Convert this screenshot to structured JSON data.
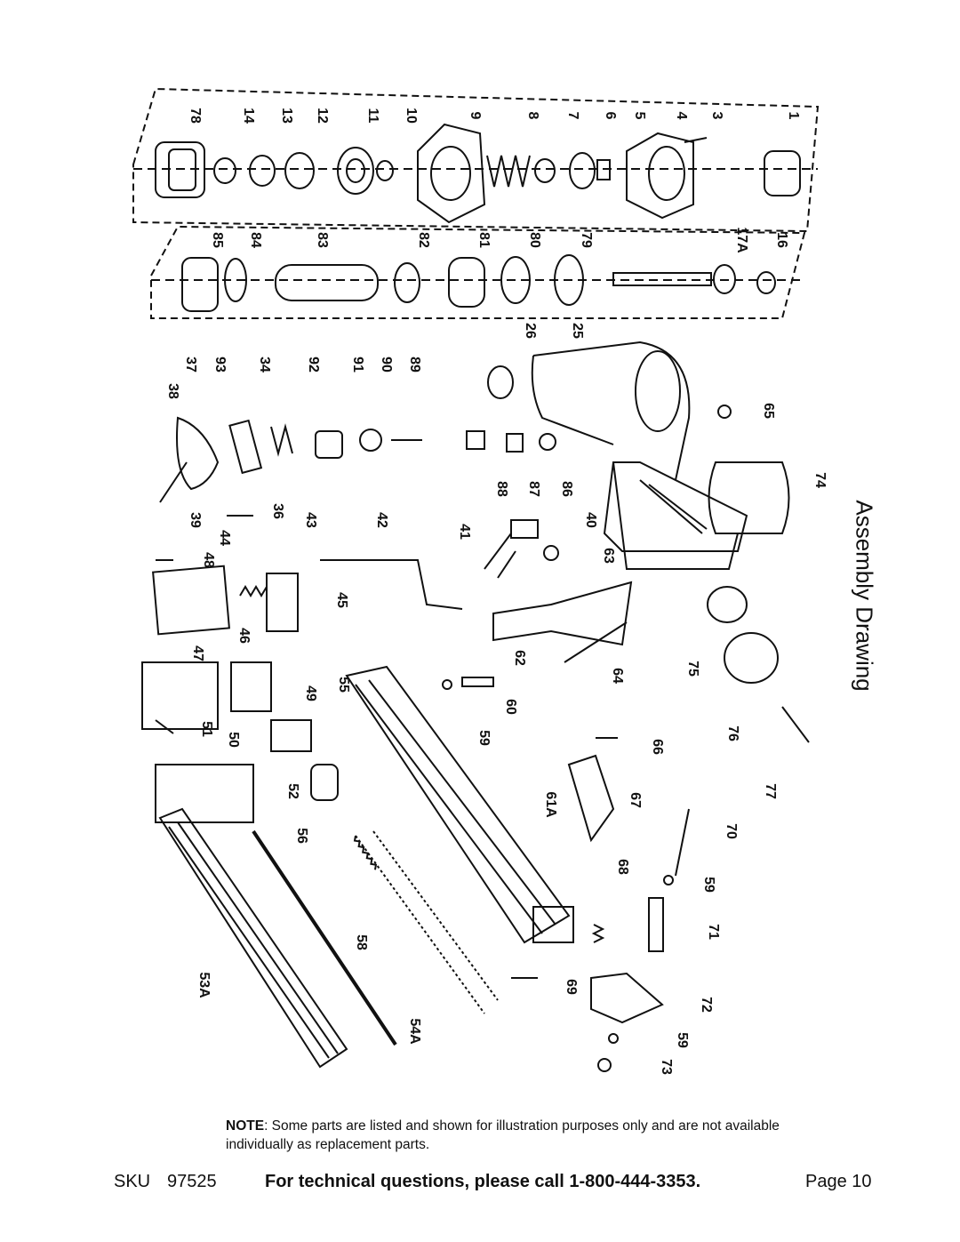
{
  "title": "Assembly Drawing",
  "note": {
    "lead": "NOTE",
    "text": ": Some parts are listed and shown for illustration purposes only and are not available individually as replacement parts."
  },
  "footer": {
    "sku_label": "SKU",
    "sku_number": "97525",
    "help_text": "For technical questions, please call 1-800-444-3353.",
    "page_label": "Page 10"
  },
  "part_labels": {
    "row1": [
      "78",
      "14",
      "13",
      "12",
      "11",
      "10",
      "9",
      "8",
      "7",
      "6",
      "5",
      "4",
      "3",
      "1"
    ],
    "row2": [
      "85",
      "84",
      "83",
      "82",
      "81",
      "80",
      "79",
      "17A",
      "16"
    ],
    "handle": [
      "26",
      "25",
      "65",
      "74"
    ],
    "trigger": [
      "37",
      "38",
      "93",
      "34",
      "92",
      "91",
      "90",
      "89",
      "88",
      "87",
      "86",
      "39",
      "36",
      "44",
      "43",
      "42",
      "41",
      "40",
      "63"
    ],
    "middle": [
      "48",
      "45",
      "46",
      "47",
      "49",
      "55",
      "62",
      "64",
      "75",
      "76",
      "77",
      "60",
      "59",
      "66",
      "67",
      "61A"
    ],
    "lower": [
      "51",
      "50",
      "52",
      "56",
      "70",
      "59b",
      "68",
      "71",
      "58",
      "69",
      "72",
      "59c",
      "73",
      "53A",
      "54A"
    ]
  }
}
